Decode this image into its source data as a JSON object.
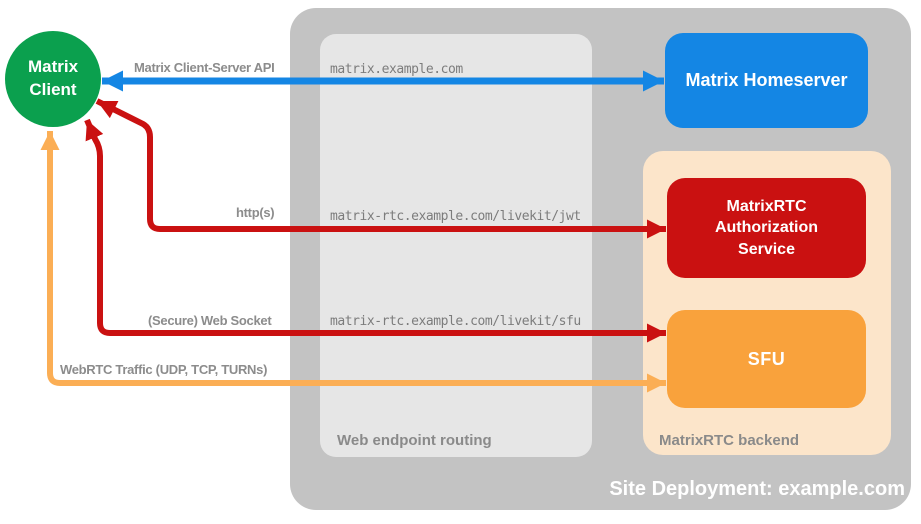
{
  "colors": {
    "background": "#ffffff",
    "site_box": "#c3c3c3",
    "routing_box": "#e6e6e6",
    "backend_box": "#fce5ca",
    "green": "#0ba04e",
    "blue": "#1486e4",
    "red": "#ca1111",
    "orange_box": "#f9a23c",
    "orange_arrow": "#fbae55",
    "label_gray": "#8c8c8c",
    "url_gray": "#7c7c7c",
    "section_label_gray": "#8a8a8a",
    "white": "#ffffff"
  },
  "client": {
    "line1": "Matrix",
    "line2": "Client"
  },
  "homeserver": {
    "label": "Matrix Homeserver"
  },
  "routing": {
    "label": "Web endpoint routing",
    "endpoints": {
      "homeserver": "matrix.example.com",
      "jwt": "matrix-rtc.example.com/livekit/jwt",
      "sfu": "matrix-rtc.example.com/livekit/sfu"
    }
  },
  "backend": {
    "label": "MatrixRTC backend",
    "auth_service": "MatrixRTC Authorization Service",
    "sfu": "SFU"
  },
  "connections": {
    "client_server_api": "Matrix Client-Server API",
    "https": "http(s)",
    "websocket": "(Secure) Web Socket",
    "webrtc": "WebRTC Traffic (UDP, TCP, TURNs)"
  },
  "site": {
    "label": "Site Deployment: example.com"
  }
}
